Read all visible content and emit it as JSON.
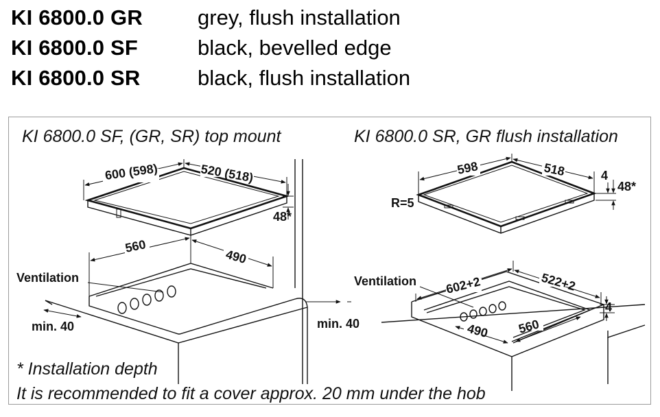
{
  "models": [
    {
      "code": "KI 6800.0 GR",
      "description": "grey, flush installation"
    },
    {
      "code": "KI 6800.0 SF",
      "description": "black, bevelled edge"
    },
    {
      "code": "KI 6800.0 SR",
      "description": "black, flush installation"
    }
  ],
  "left_diagram": {
    "caption": "KI 6800.0 SF, (GR, SR) top mount",
    "dim_width": "600 (598)",
    "dim_depth": "520 (518)",
    "dim_height": "48*",
    "dim_cut_width": "560",
    "dim_cut_depth": "490",
    "ventilation_label": "Ventilation",
    "min_front": "min. 40",
    "min_back": "min. 40"
  },
  "right_diagram": {
    "caption": "KI 6800.0 SR, GR flush installation",
    "dim_width": "598",
    "dim_depth": "518",
    "dim_thickness": "4",
    "dim_height": "48*",
    "radius": "R=5",
    "ventilation_label": "Ventilation",
    "dim_rebate_width": "602+2",
    "dim_rebate_depth": "522+2",
    "dim_rebate_height": "4",
    "dim_cut_depth": "490",
    "dim_cut_width": "560"
  },
  "notes": {
    "installation_depth": "* Installation depth",
    "cover_recommendation": "It is recommended to fit a cover approx. 20 mm under the hob"
  }
}
